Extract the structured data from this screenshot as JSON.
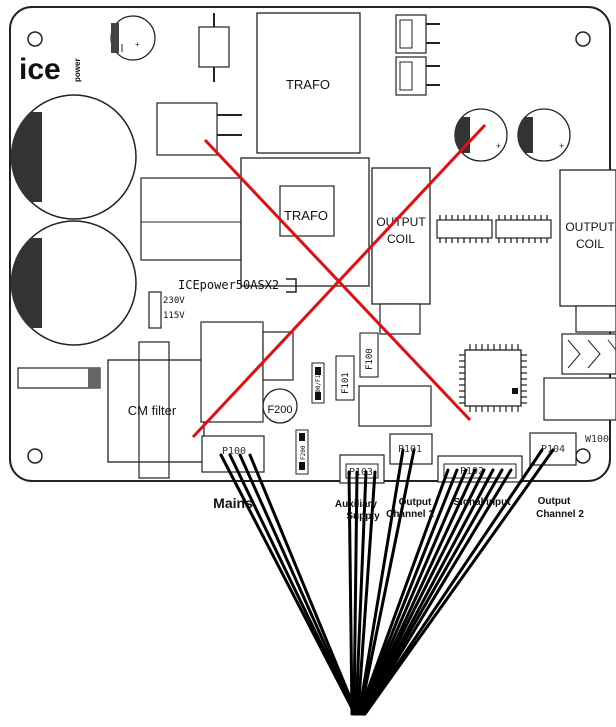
{
  "brand": {
    "logo_text": "ice",
    "logo_sub": "power"
  },
  "board": {
    "model": "ICEpower50ASX2",
    "voltage_230": "230V",
    "voltage_115": "115V"
  },
  "components": {
    "trafo_top": "TRAFO",
    "trafo_mid": "TRAFO",
    "output_coil_1_line1": "OUTPUT",
    "output_coil_1_line2": "COIL",
    "output_coil_2_line1": "OUTPUT",
    "output_coil_2_line2": "COIL",
    "cm_filter": "CM filter",
    "fuse": "F200",
    "f100": "F100",
    "f101": "F101",
    "f100_f101": "F100/F101",
    "f200_small": "F200",
    "w100": "W100"
  },
  "connectors": {
    "p100": "P100",
    "p101": "P101",
    "p102": "P102",
    "p103": "P103",
    "p104": "P104"
  },
  "labels": {
    "mains": "Mains",
    "aux_line1": "Auxiliary",
    "aux_line2": "Supply",
    "out1_line1": "Output",
    "out1_line2": "Channel 1",
    "signal": "Signal input",
    "out2_line1": "Output",
    "out2_line2": "Channel 2"
  },
  "colors": {
    "cross": "#e01010",
    "board_stroke": "#222222",
    "wire": "#000000"
  }
}
